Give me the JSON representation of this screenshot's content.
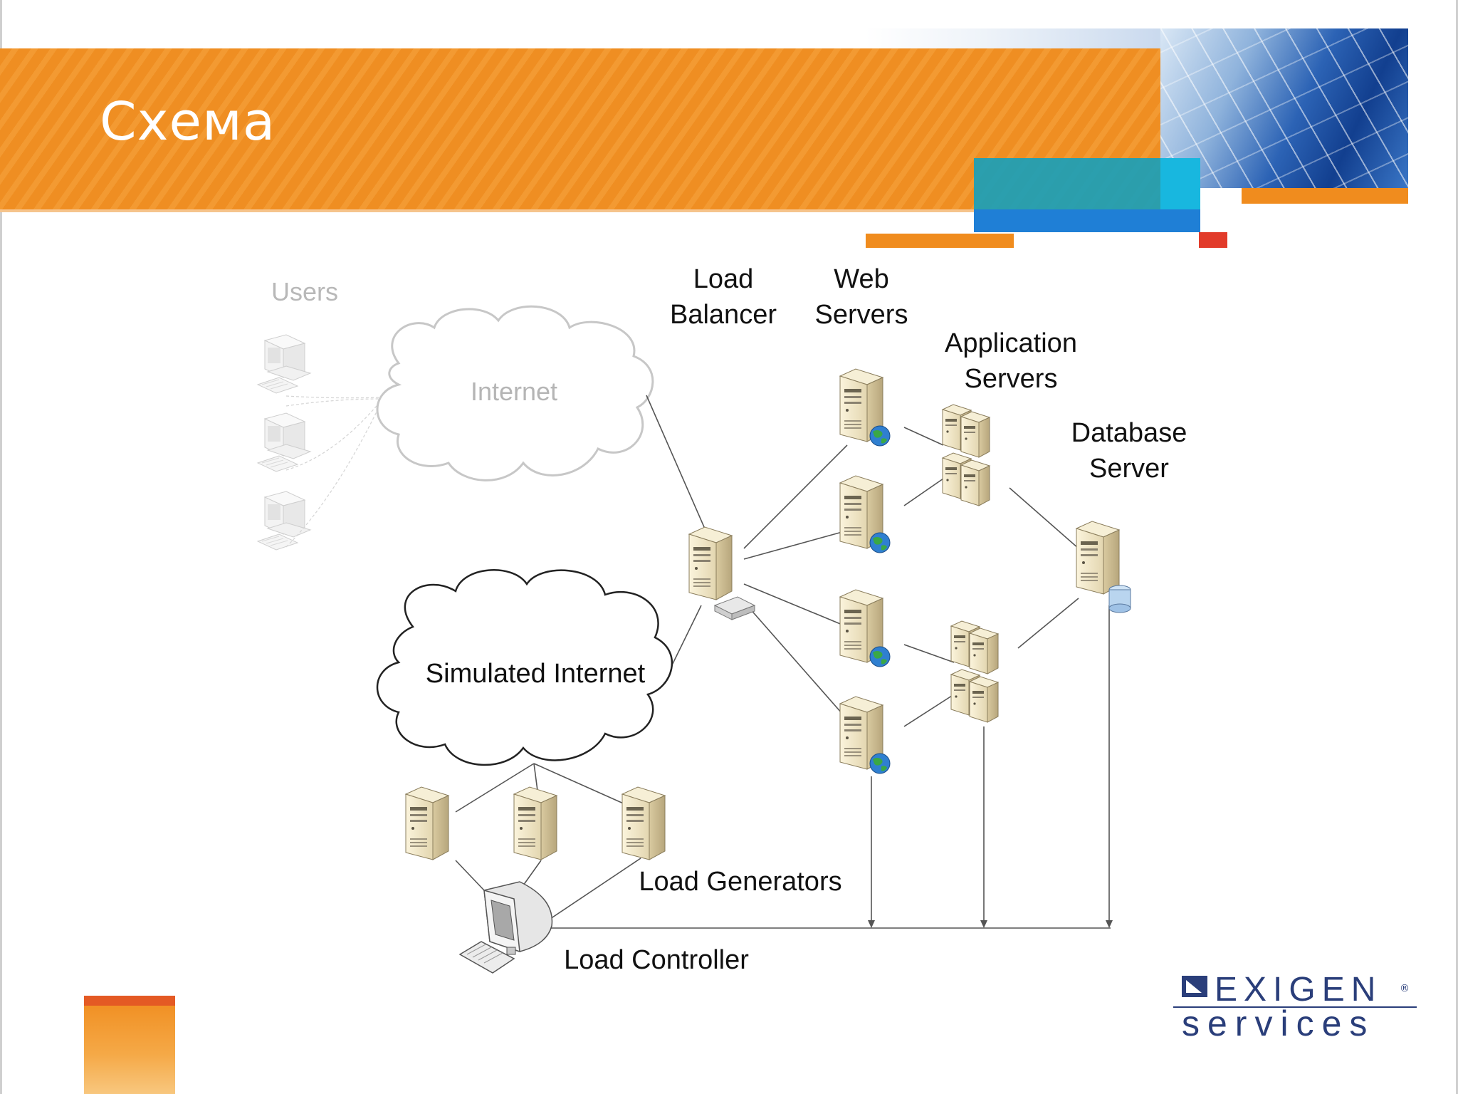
{
  "slide": {
    "title": "Схема"
  },
  "diagram": {
    "labels": {
      "users": "Users",
      "internet": "Internet",
      "load_balancer": "Load\nBalancer",
      "web_servers": "Web\nServers",
      "application_servers": "Application\nServers",
      "database_server": "Database\nServer",
      "simulated_internet": "Simulated Internet",
      "load_generators": "Load Generators",
      "load_controller": "Load Controller"
    },
    "label_lines": {
      "load_balancer": [
        "Load",
        "Balancer"
      ],
      "web_servers": [
        "Web",
        "Servers"
      ],
      "application_servers": [
        "Application",
        "Servers"
      ],
      "database_server": [
        "Database",
        "Server"
      ]
    }
  },
  "logo": {
    "top": "EXIGEN",
    "bottom": "services",
    "reg": "®"
  },
  "colors": {
    "banner_orange": "#ef8e22",
    "accent_teal": "#1aa0b8",
    "accent_blue": "#1f7fd6",
    "accent_red": "#e23b2a",
    "logo_navy": "#2a3e7a"
  }
}
